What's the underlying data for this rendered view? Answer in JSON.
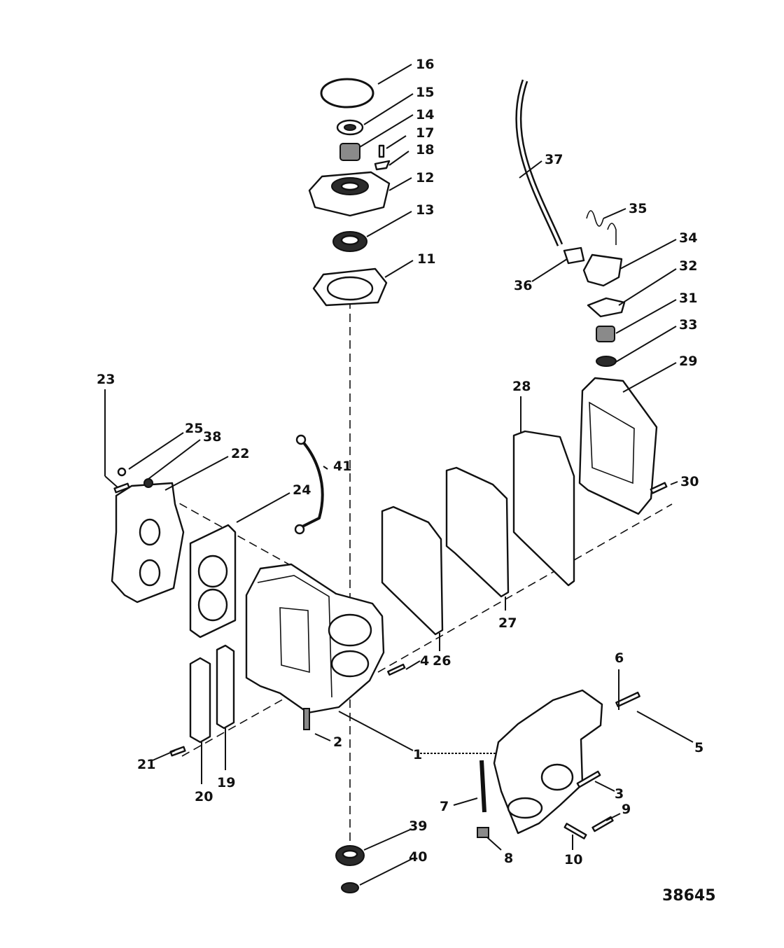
{
  "diagram_number": "38645",
  "callouts": [
    "1",
    "2",
    "3",
    "4",
    "5",
    "6",
    "7",
    "8",
    "9",
    "10",
    "11",
    "12",
    "13",
    "14",
    "15",
    "16",
    "17",
    "18",
    "19",
    "20",
    "21",
    "22",
    "23",
    "24",
    "25",
    "26",
    "27",
    "28",
    "29",
    "30",
    "31",
    "32",
    "33",
    "34",
    "35",
    "36",
    "37",
    "38",
    "39",
    "40",
    "41"
  ]
}
